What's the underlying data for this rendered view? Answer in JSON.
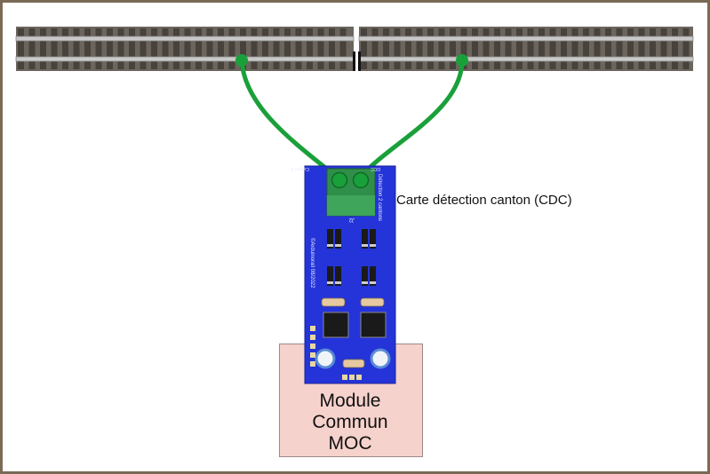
{
  "labels": {
    "card": "Carte détection canton (CDC)",
    "module_line1": "Module",
    "module_line2": "Commun",
    "module_line3": "MOC"
  },
  "pcb": {
    "title": "Détection 2 cantons",
    "author": "©Arduinorail 08/2022",
    "connector": "J2",
    "top_text_left": "Canton 2",
    "top_text_right": "DCC"
  },
  "colors": {
    "track_sleeper": "#5a544c",
    "track_rail": "#b4b4b4",
    "wire": "#1aa03a",
    "pcb": "#2434d8",
    "terminal": "#2f8f4a",
    "module": "#f6d2cc",
    "frame": "#7a6a55"
  }
}
